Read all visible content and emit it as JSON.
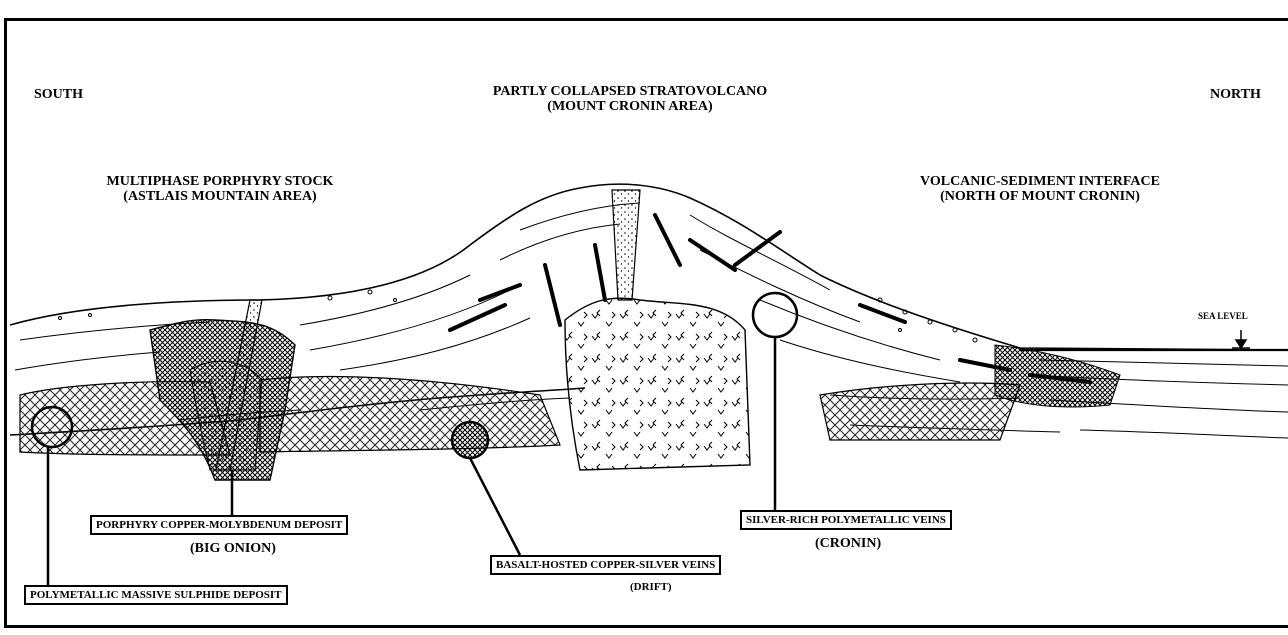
{
  "orientation": {
    "left": "SOUTH",
    "right": "NORTH"
  },
  "volcano": {
    "line1": "PARTLY COLLAPSED STRATOVOLCANO",
    "line2": "(MOUNT CRONIN AREA)"
  },
  "stock": {
    "line1": "MULTIPHASE PORPHYRY STOCK",
    "line2": "(ASTLAIS MOUNTAIN AREA)"
  },
  "interface": {
    "line1": "VOLCANIC-SEDIMENT INTERFACE",
    "line2": "(NORTH OF MOUNT CRONIN)"
  },
  "sea_level": "SEA LEVEL",
  "deposits": {
    "porphyry": {
      "label": "PORPHYRY COPPER-MOLYBDENUM DEPOSIT",
      "name": "(BIG ONION)"
    },
    "basalt": {
      "label": "BASALT-HOSTED COPPER-SILVER VEINS",
      "name": "(DRIFT)"
    },
    "silver": {
      "label": "SILVER-RICH POLYMETALLIC VEINS",
      "name": "(CRONIN)"
    },
    "massive": {
      "label": "POLYMETALLIC MASSIVE SULPHIDE DEPOSIT"
    }
  }
}
